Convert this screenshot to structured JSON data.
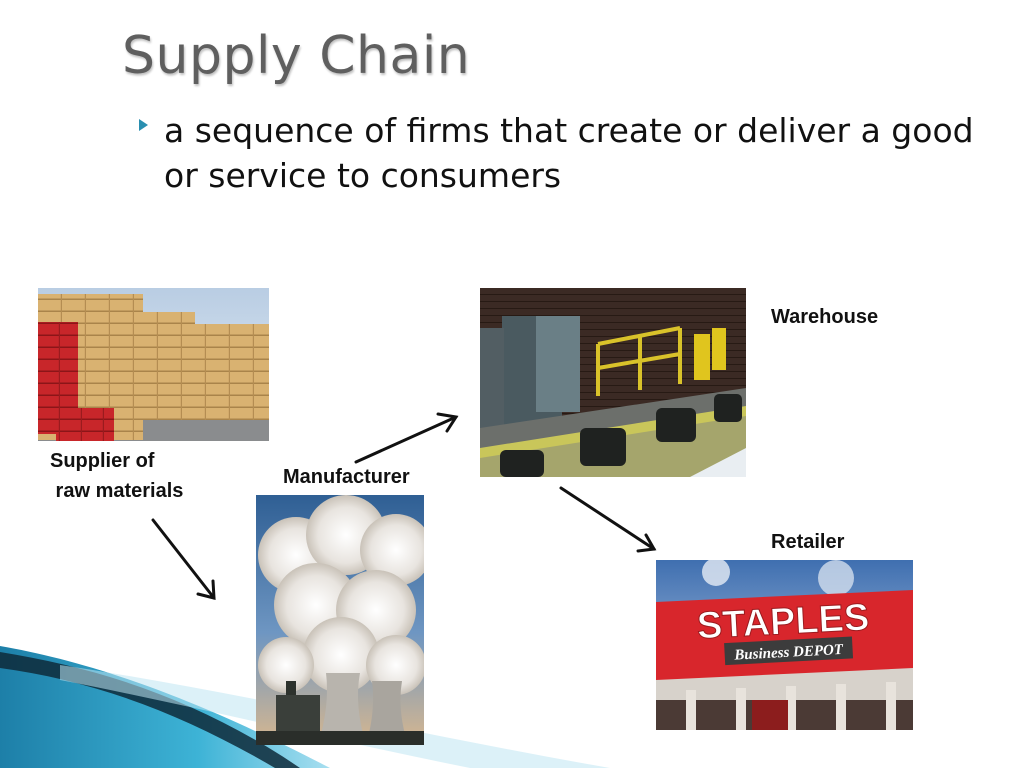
{
  "slide": {
    "title": "Supply Chain",
    "bullet": " a sequence of firms that create or deliver a good or service to consumers"
  },
  "labels": {
    "supplier": "Supplier of\n raw materials",
    "manufacturer": "Manufacturer",
    "warehouse": "Warehouse",
    "retailer": "Retailer"
  },
  "store_sign": {
    "brand": "STAPLES",
    "sub": "Business DEPOT"
  },
  "colors": {
    "accent_teal": "#2a9fbf",
    "title_gray": "#5f5f5f",
    "bullet_teal": "#2a8fb0",
    "sign_red": "#d8262c"
  },
  "icons": {
    "bullet": "triangle-bullet-icon",
    "arrow": "arrow-icon"
  }
}
